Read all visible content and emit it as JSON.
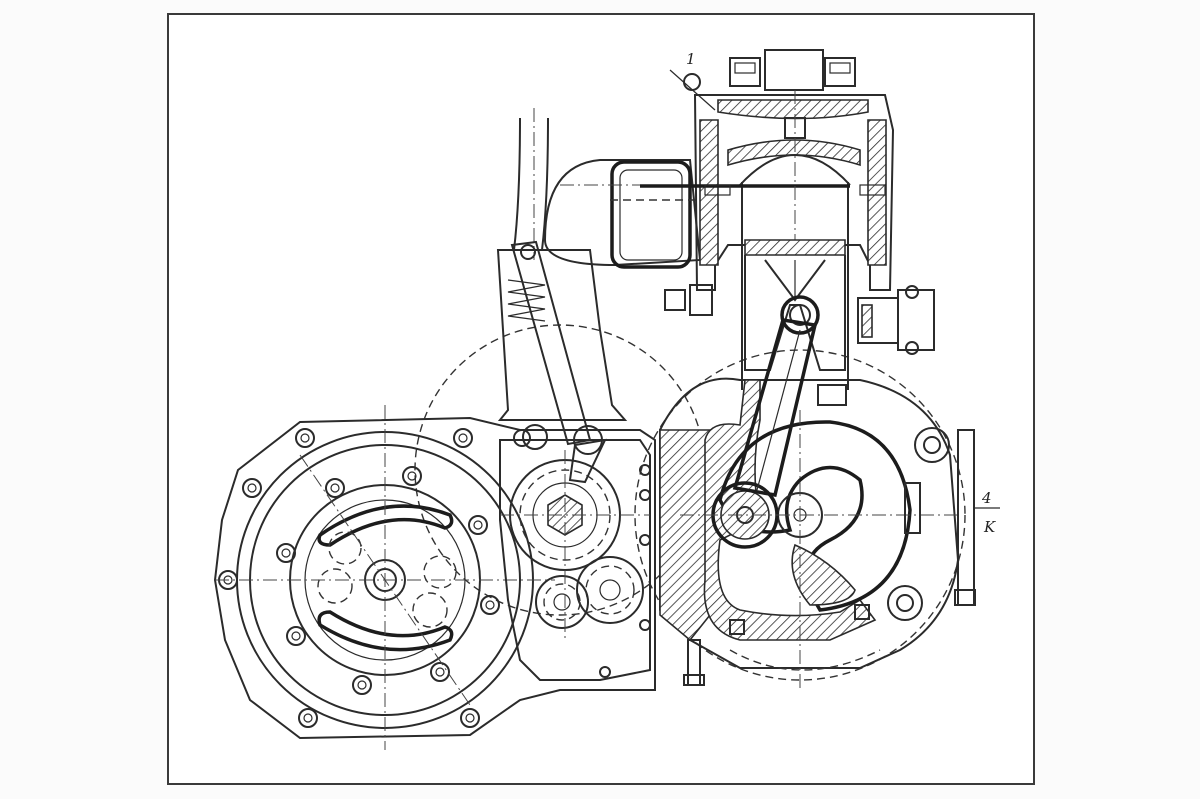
{
  "drawing": {
    "callouts": [
      {
        "id": "callout-1",
        "text": "1"
      },
      {
        "id": "callout-2",
        "text": "4"
      },
      {
        "id": "callout-3",
        "text": "K"
      }
    ]
  }
}
